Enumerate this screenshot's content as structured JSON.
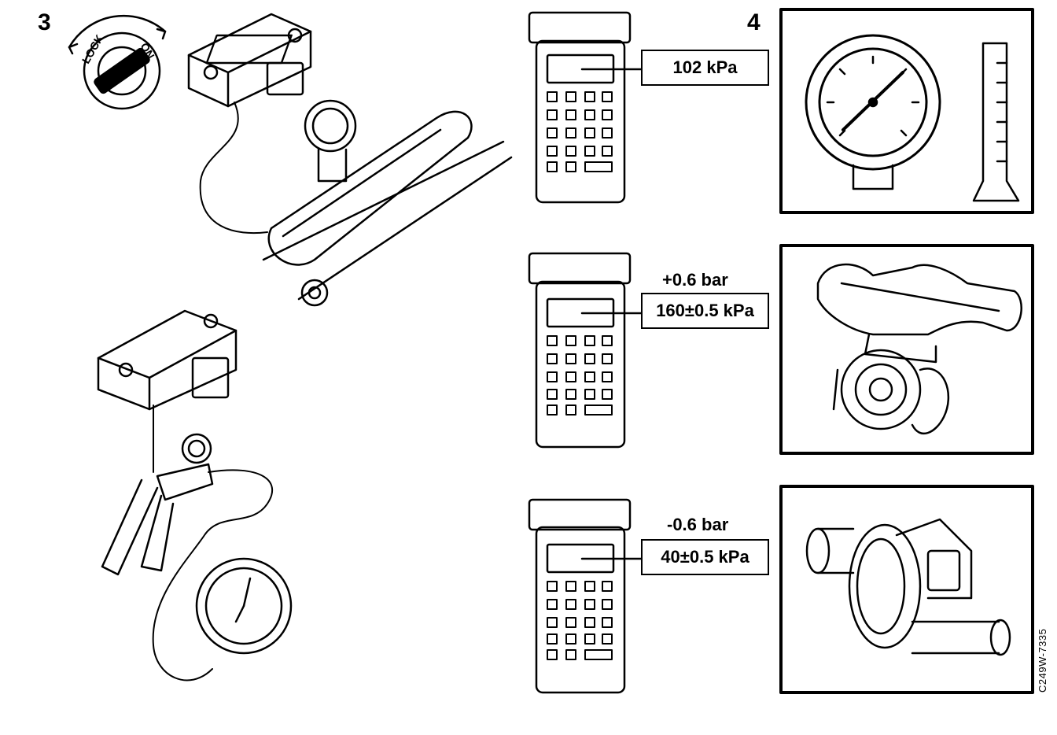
{
  "steps": {
    "step3": "3",
    "step4": "4"
  },
  "ignition": {
    "lock_label": "LOCK",
    "on_label": "ON"
  },
  "readings": [
    {
      "offset_label": "",
      "value": "102 kPa"
    },
    {
      "offset_label": "+0.6 bar",
      "value": "160±0.5 kPa"
    },
    {
      "offset_label": "-0.6 bar",
      "value": "40±0.5 kPa"
    }
  ],
  "figure_code": "C249W-7335"
}
